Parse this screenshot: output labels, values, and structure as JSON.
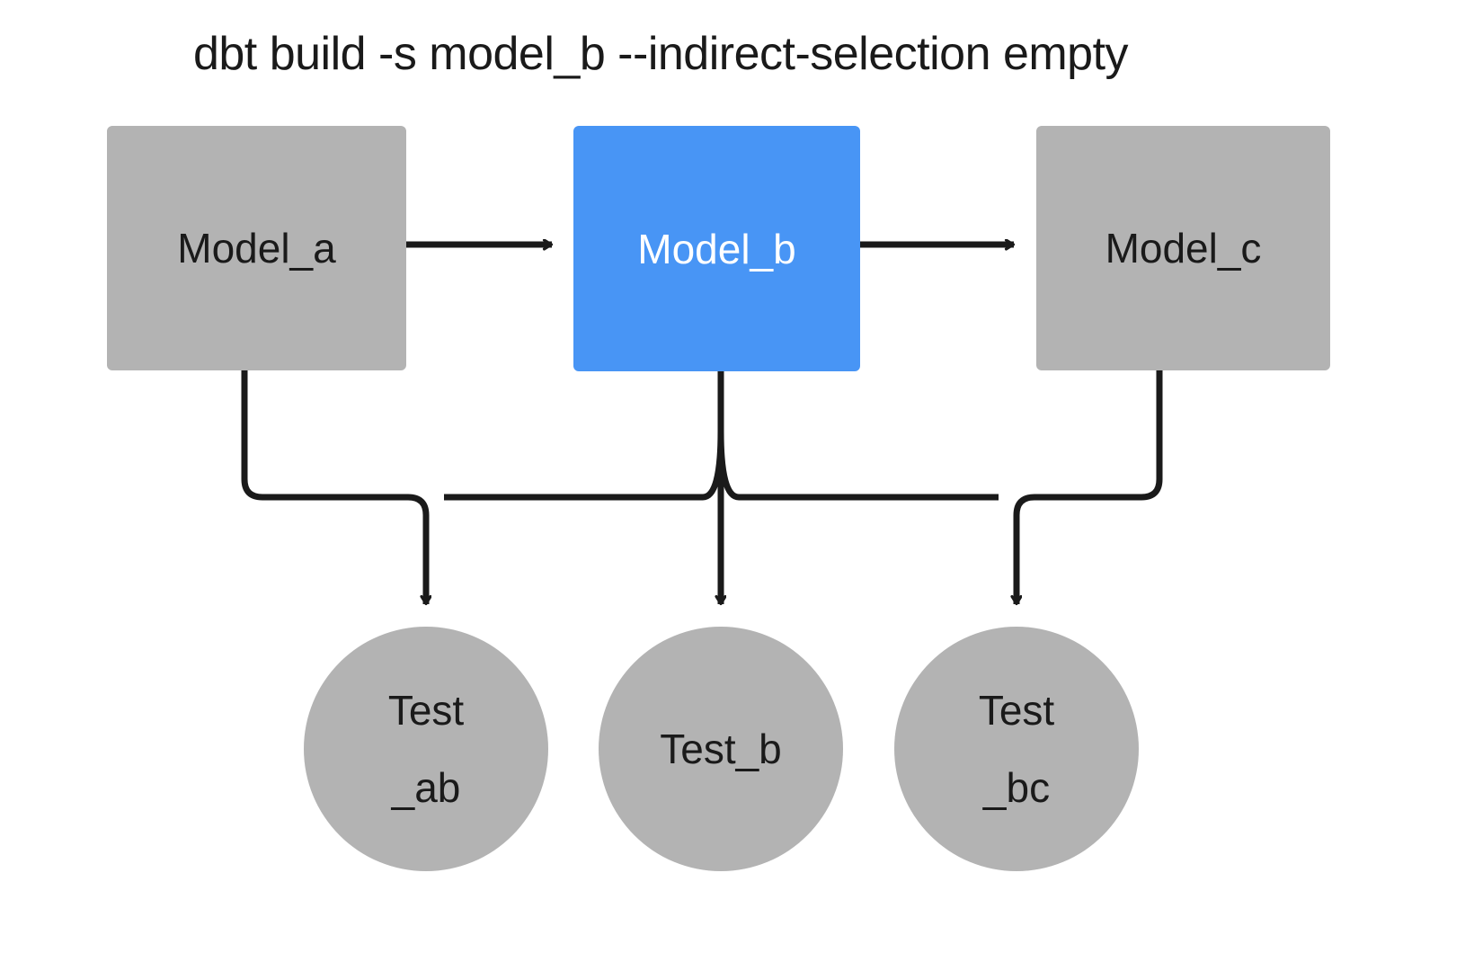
{
  "diagram": {
    "title": "dbt build -s model_b --indirect-selection empty",
    "background_color": "#ffffff",
    "edge_color": "#1a1a1a",
    "colors": {
      "unselected_node": "#b3b3b3",
      "selected_node": "#4895f5",
      "unselected_text": "#1a1a1a",
      "selected_text": "#ffffff",
      "edge": "#1a1a1a"
    },
    "models": [
      {
        "id": "model-a",
        "label": "Model_a",
        "shape": "rectangle",
        "state": "unselected",
        "fill": "#b3b3b3",
        "text_color": "#1a1a1a"
      },
      {
        "id": "model-b",
        "label": "Model_b",
        "shape": "rectangle",
        "state": "selected",
        "fill": "#4895f5",
        "text_color": "#ffffff"
      },
      {
        "id": "model-c",
        "label": "Model_c",
        "shape": "rectangle",
        "state": "unselected",
        "fill": "#b3b3b3",
        "text_color": "#1a1a1a"
      }
    ],
    "tests": [
      {
        "id": "test-ab",
        "label": "Test\n_ab",
        "shape": "circle",
        "state": "unselected",
        "fill": "#b3b3b3",
        "text_color": "#1a1a1a"
      },
      {
        "id": "test-b",
        "label": "Test_b",
        "shape": "circle",
        "state": "unselected",
        "fill": "#b3b3b3",
        "text_color": "#1a1a1a"
      },
      {
        "id": "test-bc",
        "label": "Test\n_bc",
        "shape": "circle",
        "state": "unselected",
        "fill": "#b3b3b3",
        "text_color": "#1a1a1a"
      }
    ],
    "edges": [
      {
        "id": "edge-model-a-model-b",
        "from": "Model_a",
        "to": "Model_b",
        "style": "straight-arrow"
      },
      {
        "id": "edge-model-b-model-c",
        "from": "Model_b",
        "to": "Model_c",
        "style": "straight-arrow"
      },
      {
        "id": "edge-model-a-test-ab",
        "from": "Model_a",
        "to": "Test_ab",
        "style": "orthogonal-arrow"
      },
      {
        "id": "edge-model-b-test-ab",
        "from": "Model_b",
        "to": "Test_ab",
        "style": "orthogonal-arrow"
      },
      {
        "id": "edge-model-b-test-b",
        "from": "Model_b",
        "to": "Test_b",
        "style": "orthogonal-arrow"
      },
      {
        "id": "edge-model-b-test-bc",
        "from": "Model_b",
        "to": "Test_bc",
        "style": "orthogonal-arrow"
      },
      {
        "id": "edge-model-c-test-bc",
        "from": "Model_c",
        "to": "Test_bc",
        "style": "orthogonal-arrow"
      }
    ]
  }
}
